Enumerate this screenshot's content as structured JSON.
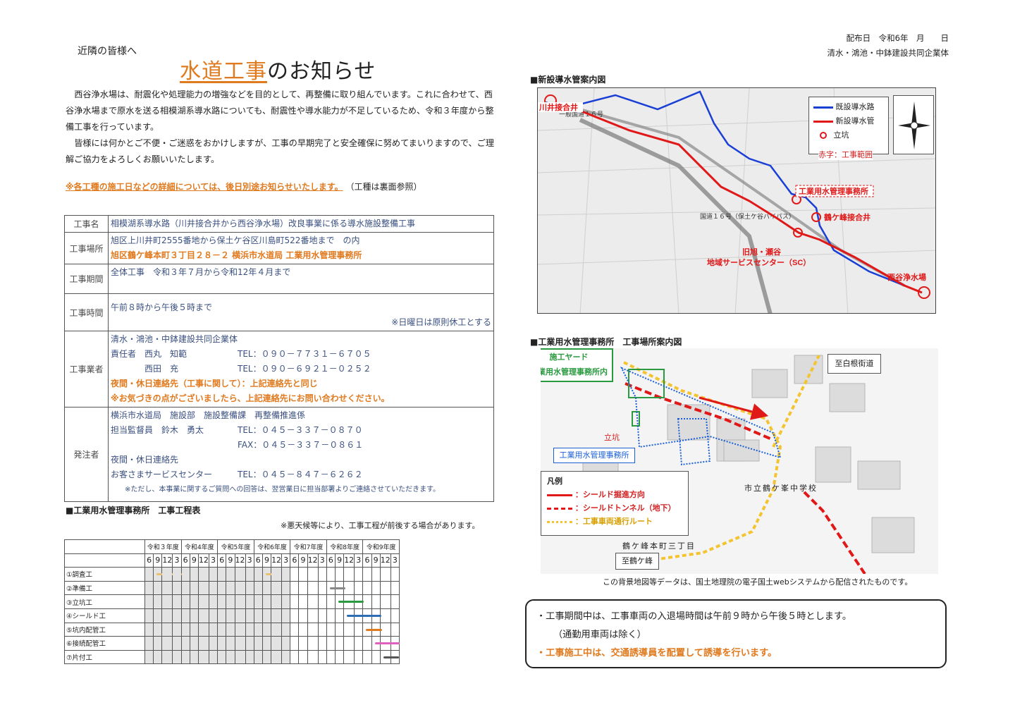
{
  "greeting": "近隣の皆様へ",
  "title": {
    "highlight": "水道工事",
    "rest": "のお知らせ"
  },
  "meta": {
    "date": "配布日　令和6年　月　　日",
    "company": "清水・鴻池・中鉢建設共同企業体"
  },
  "body": [
    "西谷浄水場は、耐震化や処理能力の増強などを目的として、再整備に取り組んでいます。これに合わせて、西谷浄水場まで原水を送る相模湖系導水路についても、耐震性や導水能力が不足しているため、令和３年度から整備工事を行っています。",
    "皆様には何かとご不便・ご迷惑をおかけしますが、工事の早期完了と安全確保に努めてまいりますので、ご理解ご協力をよろしくお願いいたします。"
  ],
  "notice": {
    "underlined": "※各工種の施工日などの詳細については、後日別途お知らせいたします。",
    "tail": "（工種は裏面参照）"
  },
  "info": {
    "name_label": "工事名",
    "name": "相模湖系導水路（川井接合井から西谷浄水場）改良事業に係る導水施設整備工事",
    "place_label": "工事場所",
    "place1": "旭区上川井町2555番地から保土ケ谷区川島町522番地まで　の内",
    "place2": "旭区鶴ケ峰本町３丁目２８－２ 横浜市水道局 工業用水管理事務所",
    "period_label": "工事期間",
    "period": "全体工事　令和３年７月から令和12年４月まで",
    "time_label": "工事時間",
    "time": "午前８時から午後５時まで",
    "time_note": "※日曜日は原則休工とする",
    "contractor_label": "工事業者",
    "contractor": "清水・鴻池・中鉢建設共同企業体",
    "c_resp1": "責任者　西丸　知範",
    "c_tel1": "TEL：０９０－７７３１－６７０５",
    "c_resp2": "　　　　西田　充",
    "c_tel2": "TEL：０９０－６９２１－０２５２",
    "c_night": "夜間・休日連絡先（工事に関して）：上記連絡先と同じ",
    "c_note": "※お気づきの点がございましたら、上記連絡先にお問い合わせください。",
    "owner_label": "発注者",
    "owner": "横浜市水道局　施設部　施設整備課　再整備推進係",
    "o_resp": "担当監督員　鈴木　勇太",
    "o_tel": "TEL：０４５－３３７－０８７０",
    "o_fax": "FAX：０４５－３３７－０８６１",
    "o_night": "夜間・休日連絡先",
    "o_center": "お客さまサービスセンター",
    "o_center_tel": "TEL：０４５－８４７－６２６２",
    "o_foot": "※ただし、本事業に関するご質問への回答は、翌営業日に担当部署よりご連絡させていただきます。"
  },
  "schedule": {
    "title": "■工業用水管理事務所　工事工程表",
    "note": "※悪天候等により、工事工程が前後する場合があります。",
    "years": [
      "令和３年度",
      "令和4年度",
      "令和5年度",
      "令和6年度",
      "令和7年度",
      "令和8年度",
      "令和9年度"
    ],
    "months": [
      "6",
      "9",
      "12",
      "3"
    ],
    "tasks": [
      "①調査工",
      "②準備工",
      "③立坑工",
      "④シールド工",
      "⑤坑内配管工",
      "⑥接続配管工",
      "⑦片付工"
    ],
    "bar_colors": [
      "#e8c070",
      "#888888",
      "#2a9a40",
      "#2c6db5",
      "#e07a1f",
      "#e060c0",
      "#555555"
    ]
  },
  "map1": {
    "title": "■新設導水管案内図",
    "legend_existing": "既設導水路",
    "legend_new": "新設導水管",
    "legend_shaft": "立坑",
    "legend_red": "赤字：工事範囲",
    "label_kawai": "川井接合井",
    "label_office": "工業用水管理事務所",
    "label_tsuru": "鶴ケ峰接合井",
    "label_sc1": "旧旭・瀬谷",
    "label_sc2": "地域サービスセンター（SC）",
    "label_nishiya": "西谷浄水場",
    "road1": "一般国道１６号",
    "road2": "国道１６号（保土ケ谷バイパス）",
    "colors": {
      "existing": "#1a3fd6",
      "new": "#e01818"
    }
  },
  "map2": {
    "title": "■工業用水管理事務所　工事場所案内図",
    "yard1": "施工ヤード",
    "yard2": "工業用水管理事務所内",
    "to_shirane": "至白根街道",
    "shaft": "立坑",
    "office": "工業用水管理事務所",
    "school": "市立鶴ケ峯中学校",
    "town": "鶴ケ峰本町三丁目",
    "to_tsuru": "至鶴ケ峰",
    "legend_title": "凡例",
    "l1": "：シールド掘進方向",
    "l2": "：シールドトンネル（地下）",
    "l3": "：工事車両通行ルート",
    "credit": "この背景地図等データは、国土地理院の電子国土webシステムから配信されたものです。"
  },
  "box": {
    "line1": "・工事期間中は、工事車両の入退場時間は午前９時から午後５時とします。",
    "line2": "（通勤用車両は除く）",
    "line3": "・工事施工中は、交通誘導員を配置して誘導を行います。"
  }
}
